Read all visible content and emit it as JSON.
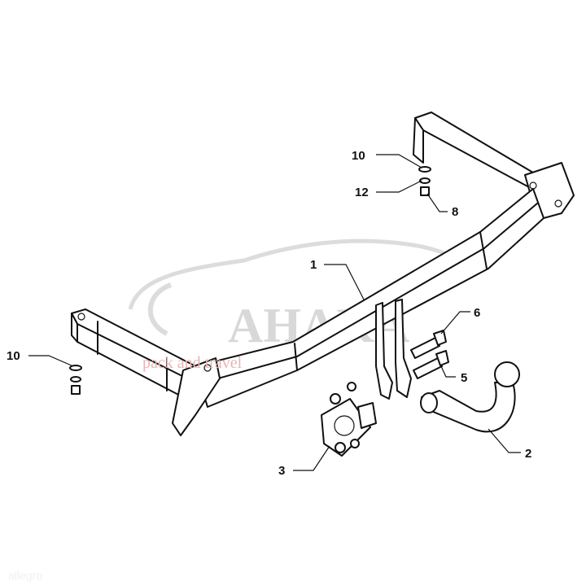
{
  "watermark": {
    "brand": "AHAKA",
    "tagline": "pack and travel",
    "corner": "allegro"
  },
  "callouts": [
    {
      "id": "label-10-top",
      "text": "10"
    },
    {
      "id": "label-12",
      "text": "12"
    },
    {
      "id": "label-8",
      "text": "8"
    },
    {
      "id": "label-1",
      "text": "1"
    },
    {
      "id": "label-6",
      "text": "6"
    },
    {
      "id": "label-5",
      "text": "5"
    },
    {
      "id": "label-10-left",
      "text": "10"
    },
    {
      "id": "label-3",
      "text": "3"
    },
    {
      "id": "label-2",
      "text": "2"
    }
  ],
  "colors": {
    "line": "#111111",
    "watermark": "#d8d8d8",
    "tagline": "#e8b4b4"
  }
}
